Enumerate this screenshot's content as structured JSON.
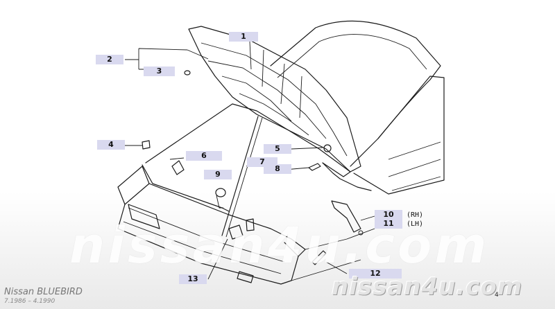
{
  "callouts": [
    {
      "label": "1"
    },
    {
      "label": "2"
    },
    {
      "label": "3"
    },
    {
      "label": "4"
    },
    {
      "label": "5"
    },
    {
      "label": "6"
    },
    {
      "label": "7"
    },
    {
      "label": "8"
    },
    {
      "label": "9"
    },
    {
      "label": "10"
    },
    {
      "label": "11"
    },
    {
      "label": "12"
    },
    {
      "label": "13"
    }
  ],
  "side_labels": {
    "rh": "(RH)",
    "lh": "(LH)"
  },
  "watermark": {
    "large": "nissan4u.com",
    "small": "nissan4u.com"
  },
  "model": {
    "name": "Nissan BLUEBIRD",
    "years": "7.1986 – 4.1990"
  },
  "page_marker": "4"
}
